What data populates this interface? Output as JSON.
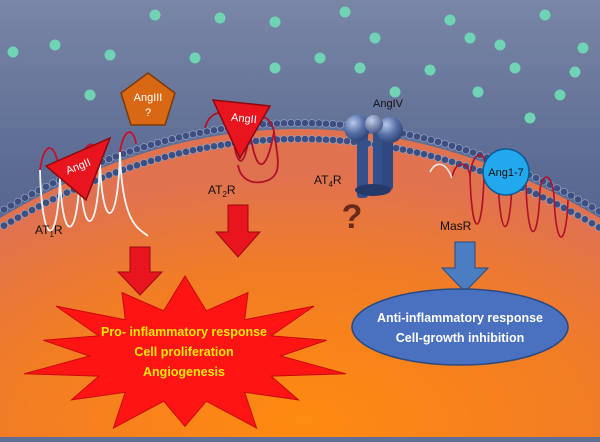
{
  "ligands": {
    "angII_left": "AngII",
    "angII_mid": "AngII",
    "angIII": "AngIII",
    "angIII_q": "?",
    "angIV": "AngIV",
    "ang17": "Ang1-7"
  },
  "receptors": {
    "at1r": {
      "main": "AT",
      "sub": "1",
      "tail": "R"
    },
    "at2r": {
      "main": "AT",
      "sub": "2",
      "tail": "R"
    },
    "at4r": {
      "main": "AT",
      "sub": "4",
      "tail": "R"
    },
    "masr": "MasR"
  },
  "unknown_mark": "?",
  "pro_response": {
    "line1": "Pro- inflammatory response",
    "line2": "Cell proliferation",
    "line3": "Angiogenesis"
  },
  "anti_response": {
    "line1": "Anti-inflammatory response",
    "line2": "Cell-growth inhibition"
  },
  "colors": {
    "extracellular": "#5d6c93",
    "cytoplasm": "#f07a1c",
    "ligand_red": "#e8141e",
    "angIII_orange": "#d86814",
    "ang17_blue": "#22a8ec",
    "starburst": "#ff1414",
    "pro_text": "#ffe800",
    "anti_ellipse": "#4a70c0",
    "arrow_blue": "#4a7ec0",
    "particle": "#6fd3b4"
  }
}
